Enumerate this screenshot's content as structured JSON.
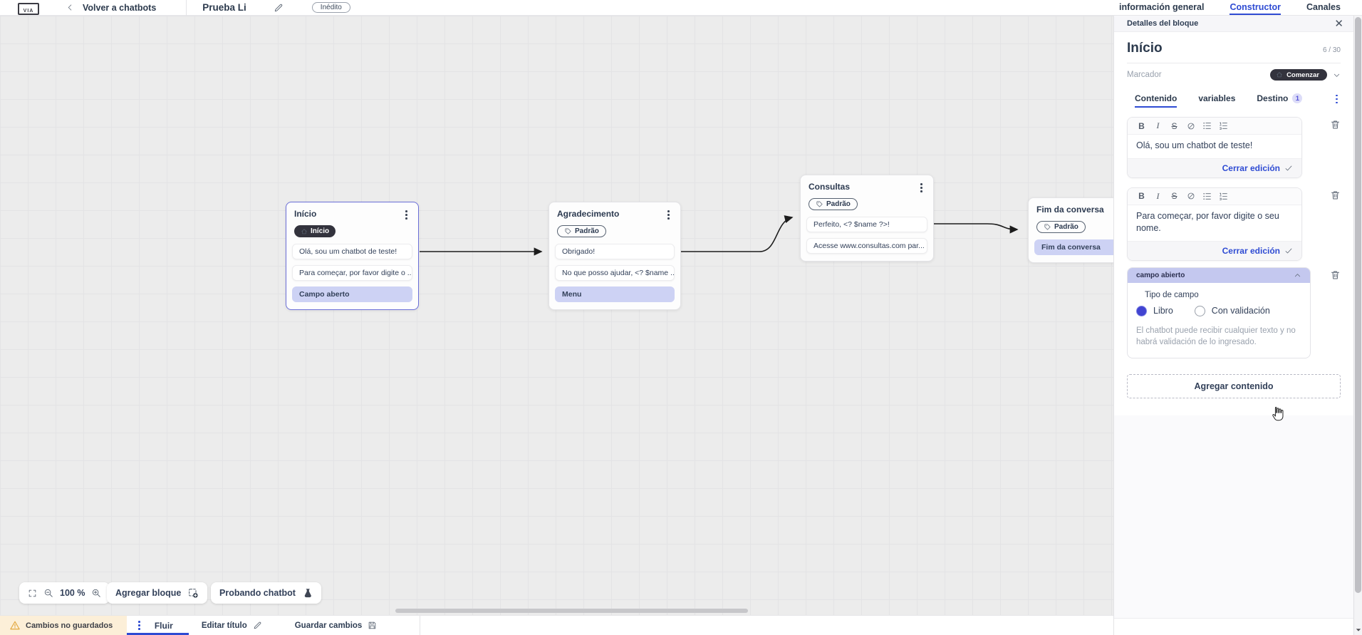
{
  "topbar": {
    "logo_text": "VIA",
    "back_label": "Volver a chatbots",
    "title": "Prueba Li",
    "status_badge": "Inédito",
    "nav_tabs": [
      {
        "label": "información general",
        "active": false
      },
      {
        "label": "Constructor",
        "active": true
      },
      {
        "label": "Canales",
        "active": false
      }
    ]
  },
  "panel": {
    "header": "Detalles del bloque",
    "block_name": "Início",
    "char_counter": "6 / 30",
    "marker_label": "Marcador",
    "marker_value": "Comenzar",
    "tabs": [
      {
        "label": "Contenido",
        "active": true
      },
      {
        "label": "variables",
        "active": false
      },
      {
        "label": "Destino",
        "badge": "1",
        "active": false
      }
    ],
    "editors": [
      {
        "text": "Olá, sou um chatbot de teste!",
        "close_label": "Cerrar edición"
      },
      {
        "text": "Para começar, por favor digite o seu nome.",
        "close_label": "Cerrar edición"
      }
    ],
    "open_field": {
      "title": "campo abierto",
      "type_label": "Tipo de campo",
      "option_free": "Libro",
      "option_validated": "Con validación",
      "helper_text": "El chatbot puede recibir cualquier texto y no habrá validación de lo ingresado."
    },
    "add_content_label": "Agregar contenido"
  },
  "canvas": {
    "blocks": [
      {
        "title": "Início",
        "badge": "Início",
        "items": [
          "Olá, sou um chatbot de teste!",
          "Para começar, por favor digite o ...",
          "Campo aberto"
        ]
      },
      {
        "title": "Agradecimento",
        "badge": "Padrão",
        "items": [
          "Obrigado!",
          "No que posso ajudar, <? $name ...",
          "Menu"
        ]
      },
      {
        "title": "Consultas",
        "badge": "Padrão",
        "items": [
          "Perfeito, <? $name ?>!",
          "Acesse www.consultas.com par..."
        ]
      },
      {
        "title": "Fim da conversa",
        "badge": "Padrão",
        "items": [
          "Fim da conversa"
        ]
      }
    ],
    "controls": {
      "zoom_level": "100 %",
      "add_block_label": "Agregar bloque",
      "test_label": "Probando chatbot"
    }
  },
  "bottombar": {
    "unsaved_label": "Cambios no guardados",
    "flow_tab_label": "Fluir",
    "edit_title_label": "Editar título",
    "save_label": "Guardar cambios"
  },
  "colors": {
    "accent_blue": "#2e4bd3",
    "lavender": "#cdd2f4",
    "dark_pill": "#33333d",
    "warning_bg": "#fcefd8",
    "canvas_bg": "#ececec"
  }
}
